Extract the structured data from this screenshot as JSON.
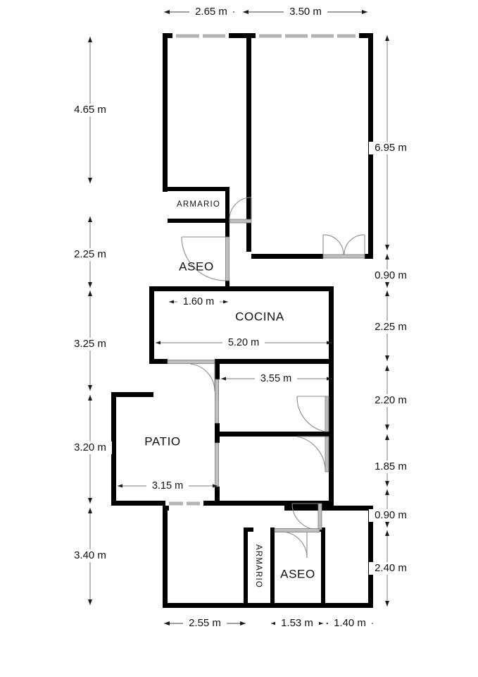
{
  "document": {
    "type": "floor-plan",
    "units": "m",
    "background_color": "#ffffff",
    "wall_color": "#000000",
    "window_color": "#b3b3b3",
    "door_color": "#bfbfbf",
    "dimension_color": "#7a7a7a"
  },
  "rooms": [
    {
      "id": "armario-top",
      "label": "ARMARIO",
      "orientation": "horizontal"
    },
    {
      "id": "aseo-top",
      "label": "ASEO",
      "orientation": "horizontal"
    },
    {
      "id": "cocina",
      "label": "COCINA",
      "orientation": "horizontal"
    },
    {
      "id": "patio",
      "label": "PATIO",
      "orientation": "horizontal"
    },
    {
      "id": "armario-bottom",
      "label": "ARMARIO",
      "orientation": "vertical"
    },
    {
      "id": "aseo-bottom",
      "label": "ASEO",
      "orientation": "horizontal"
    }
  ],
  "dimensions": {
    "top": [
      {
        "id": "top-1",
        "value": "2.65 m"
      },
      {
        "id": "top-2",
        "value": "3.50 m"
      }
    ],
    "left": [
      {
        "id": "left-1",
        "value": "4.65 m"
      },
      {
        "id": "left-2",
        "value": "2.25 m"
      },
      {
        "id": "left-3",
        "value": "3.25 m"
      },
      {
        "id": "left-4",
        "value": "3.20 m"
      },
      {
        "id": "left-5",
        "value": "3.40 m"
      }
    ],
    "right": [
      {
        "id": "right-1",
        "value": "6.95 m"
      },
      {
        "id": "right-2",
        "value": "0.90 m"
      },
      {
        "id": "right-3",
        "value": "2.25 m"
      },
      {
        "id": "right-4",
        "value": "2.20 m"
      },
      {
        "id": "right-5",
        "value": "1.85 m"
      },
      {
        "id": "right-6",
        "value": "0.90 m"
      },
      {
        "id": "right-7",
        "value": "2.40 m"
      }
    ],
    "bottom": [
      {
        "id": "bottom-1",
        "value": "2.55 m"
      },
      {
        "id": "bottom-2",
        "value": "1.53 m"
      },
      {
        "id": "bottom-3",
        "value": "1.40 m"
      }
    ],
    "interior": [
      {
        "id": "int-cocina-width",
        "value": "1.60 m"
      },
      {
        "id": "int-cocina-length",
        "value": "5.20 m"
      },
      {
        "id": "int-bedroom-width",
        "value": "3.55 m"
      },
      {
        "id": "int-patio-width",
        "value": "3.15 m"
      }
    ]
  }
}
